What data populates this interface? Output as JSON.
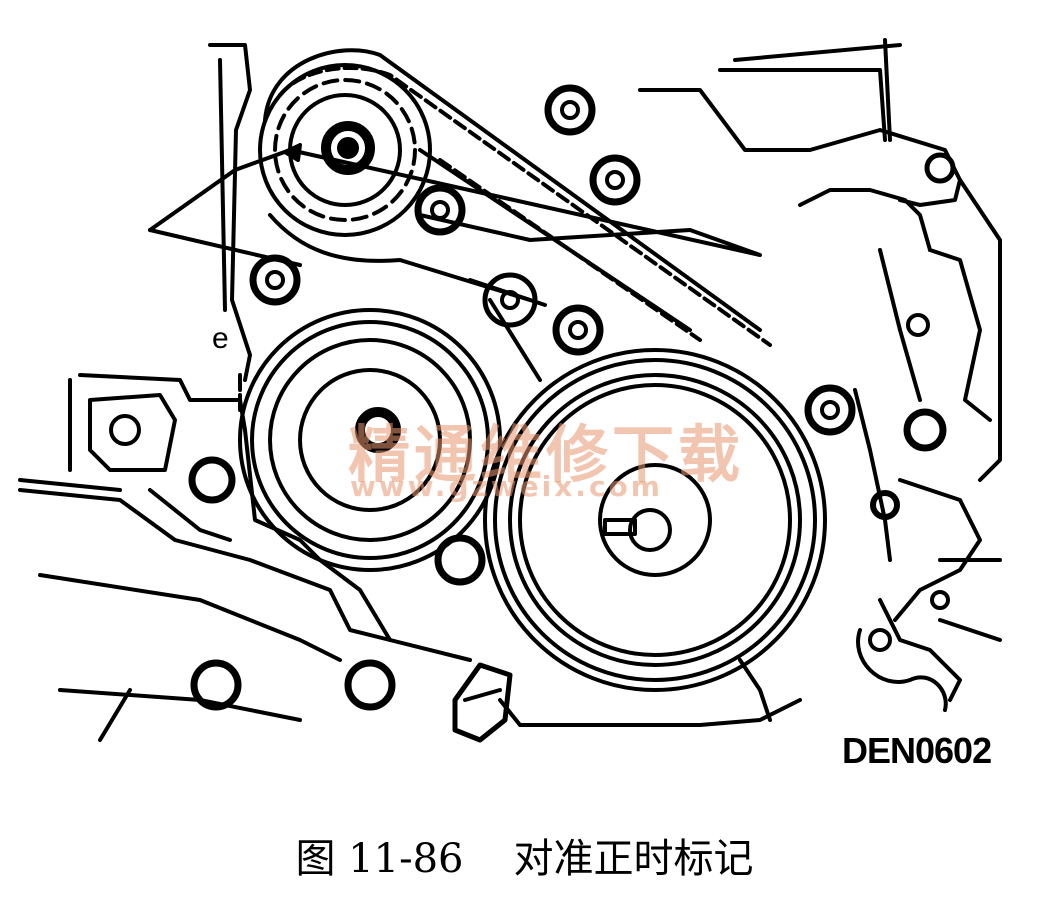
{
  "figure": {
    "drawing_code": "DEN0602",
    "mark_label": "e"
  },
  "watermark": {
    "text_cn": "精通维修下载",
    "url": "www.gzweix.com"
  },
  "caption": {
    "figure_number": "图 11-86",
    "title": "对准正时标记"
  },
  "colors": {
    "line": "#000000",
    "background": "#ffffff",
    "watermark": "#e6966e"
  }
}
